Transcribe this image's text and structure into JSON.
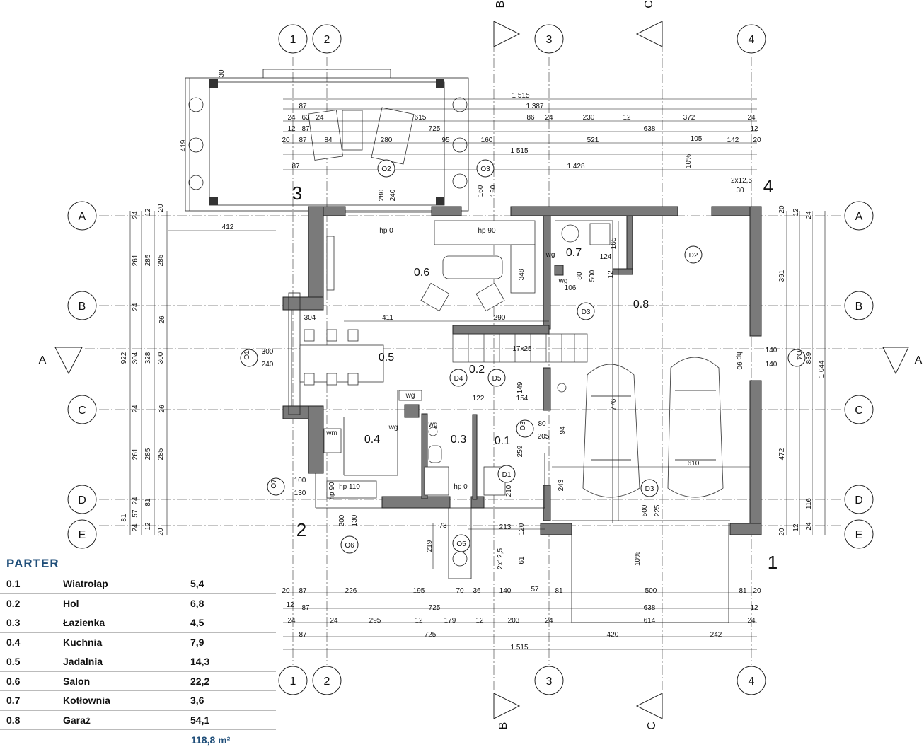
{
  "plan": {
    "axis_bubbles_top": [
      "1",
      "2",
      "3",
      "4"
    ],
    "axis_bubbles_left": [
      "A",
      "B",
      "C",
      "D",
      "E"
    ],
    "section_marks": [
      "A",
      "B",
      "C"
    ],
    "corner_labels": [
      "1",
      "2",
      "3",
      "4"
    ],
    "room_numbers": [
      "0.1",
      "0.2",
      "0.3",
      "0.4",
      "0.5",
      "0.6",
      "0.7",
      "0.8"
    ],
    "openings": [
      "O1",
      "O2",
      "O3",
      "O4",
      "O5",
      "O6",
      "O7",
      "D1",
      "D2",
      "D3",
      "D4",
      "D5"
    ],
    "labels": [
      "hp 0",
      "hp 90",
      "hp 110",
      "wg",
      "wm",
      "2x12,5",
      "30",
      "10%",
      "17x25"
    ],
    "top_dims": [
      "1 515",
      "1 387",
      "24",
      "87",
      "63",
      "615",
      "86",
      "230",
      "12",
      "372",
      "725",
      "638",
      "20",
      "84",
      "280",
      "95",
      "160",
      "521",
      "105",
      "142",
      "1 428",
      "30",
      "419",
      "280",
      "240",
      "160",
      "150",
      "412"
    ],
    "bottom_dims": [
      "20",
      "87",
      "226",
      "195",
      "70",
      "36",
      "140",
      "57",
      "81",
      "500",
      "725",
      "638",
      "12",
      "24",
      "295",
      "179",
      "203",
      "614",
      "420",
      "242",
      "1 515"
    ],
    "left_dims": [
      "922",
      "261",
      "285",
      "24",
      "12",
      "20",
      "304",
      "328",
      "300",
      "26",
      "81",
      "57"
    ],
    "right_dims": [
      "1 044",
      "839",
      "391",
      "472",
      "116",
      "140",
      "20",
      "24",
      "12"
    ],
    "interior_dims": [
      "411",
      "290",
      "348",
      "124",
      "165",
      "80",
      "106",
      "12",
      "776",
      "610",
      "149",
      "122",
      "154",
      "94",
      "259",
      "205",
      "243",
      "500",
      "225",
      "213",
      "219",
      "73",
      "120",
      "61",
      "100",
      "130",
      "200",
      "210",
      "300"
    ]
  },
  "legend": {
    "title": "PARTER",
    "rows": [
      {
        "no": "0.1",
        "name": "Wiatrołap",
        "area": "5,4"
      },
      {
        "no": "0.2",
        "name": "Hol",
        "area": "6,8"
      },
      {
        "no": "0.3",
        "name": "Łazienka",
        "area": "4,5"
      },
      {
        "no": "0.4",
        "name": "Kuchnia",
        "area": "7,9"
      },
      {
        "no": "0.5",
        "name": "Jadalnia",
        "area": "14,3"
      },
      {
        "no": "0.6",
        "name": "Salon",
        "area": "22,2"
      },
      {
        "no": "0.7",
        "name": "Kotłownia",
        "area": "3,6"
      },
      {
        "no": "0.8",
        "name": "Garaż",
        "area": "54,1"
      }
    ],
    "total": "118,8 m²"
  }
}
